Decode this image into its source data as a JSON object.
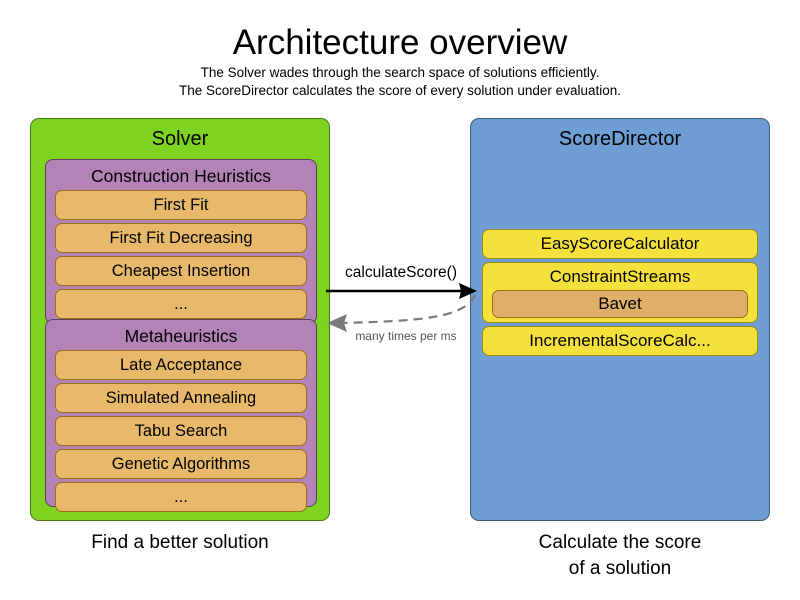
{
  "header": {
    "title": "Architecture overview",
    "subtitle_line1": "The Solver wades through the search space of solutions efficiently.",
    "subtitle_line2": "The ScoreDirector calculates the score of every solution under evaluation."
  },
  "colors": {
    "solver_panel": "#7ED321",
    "scoredirector_panel": "#6E9ED4",
    "group_box": "#B383B8",
    "item_orange": "#E8B96B",
    "item_yellow": "#F5E13C",
    "nested_orange": "#E0B06A",
    "arrow_solid": "#000000",
    "arrow_dashed": "#7a7a7a"
  },
  "solver": {
    "title": "Solver",
    "caption": "Find a better solution",
    "groups": [
      {
        "name": "construction-heuristics",
        "title": "Construction Heuristics",
        "items": [
          "First Fit",
          "First Fit Decreasing",
          "Cheapest Insertion",
          "..."
        ]
      },
      {
        "name": "metaheuristics",
        "title": "Metaheuristics",
        "items": [
          "Late Acceptance",
          "Simulated Annealing",
          "Tabu Search",
          "Genetic Algorithms",
          "..."
        ]
      }
    ]
  },
  "scoredirector": {
    "title": "ScoreDirector",
    "caption_line1": "Calculate the score",
    "caption_line2": "of a solution",
    "calculators": [
      {
        "label": "EasyScoreCalculator",
        "nested": null
      },
      {
        "label": "ConstraintStreams",
        "nested": "Bavet"
      },
      {
        "label": "IncrementalScoreCalc...",
        "nested": null
      }
    ]
  },
  "arrows": {
    "call_label": "calculateScore()",
    "return_label": "many times per ms"
  }
}
